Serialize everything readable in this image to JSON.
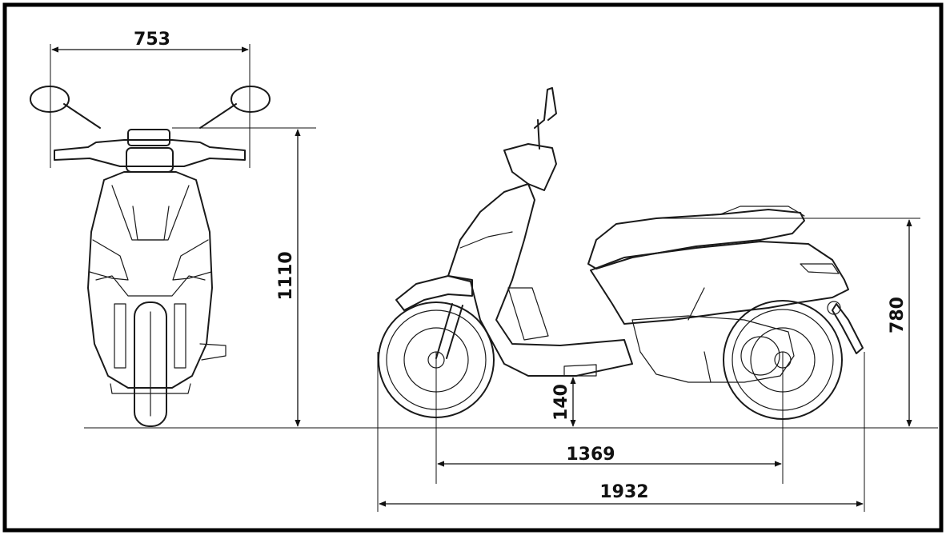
{
  "dimensions": {
    "width_front": "753",
    "height_total": "1110",
    "seat_height": "780",
    "ground_clearance": "140",
    "wheelbase": "1369",
    "length_total": "1932"
  },
  "colors": {
    "line": "#1a1a1a",
    "background": "#ffffff",
    "border": "#000000"
  }
}
